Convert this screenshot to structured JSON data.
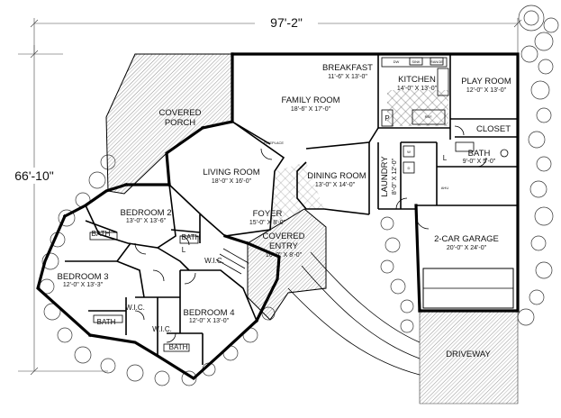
{
  "overall": {
    "width": "97'-2\"",
    "depth": "66'-10\""
  },
  "rooms": {
    "breakfast": {
      "name": "BREAKFAST",
      "dim": "11'-6\" X 13'-0\""
    },
    "kitchen": {
      "name": "KITCHEN",
      "dim": "14'-0\" X 13'-0\""
    },
    "play_room": {
      "name": "PLAY ROOM",
      "dim": "12'-0\" X 13'-0\""
    },
    "family_room": {
      "name": "FAMILY ROOM",
      "dim": "18'-6\" X 17'-0\""
    },
    "covered_porch": {
      "name1": "COVERED",
      "name2": "PORCH"
    },
    "closet": {
      "name": "CLOSET"
    },
    "bath_main": {
      "name": "BATH",
      "dim": "9'-0\" X 5'-0\""
    },
    "living_room": {
      "name": "LIVING ROOM",
      "dim": "18'-0\" X 16'-0\""
    },
    "dining_room": {
      "name": "DINING ROOM",
      "dim": "13'-0\" X 14'-0\""
    },
    "laundry": {
      "name": "LAUNDRY",
      "dim": "8'-0\" X 12'-0\""
    },
    "bedroom2": {
      "name": "BEDROOM 2",
      "dim": "13'-0\" X 13'-6\""
    },
    "foyer": {
      "name": "FOYER",
      "dim": "15'-0\" X 8'-0\""
    },
    "covered_entry": {
      "name1": "COVERED",
      "name2": "ENTRY",
      "dim": "16'-0\" X 8'-0\""
    },
    "garage": {
      "name": "2-CAR GARAGE",
      "dim": "20'-0\" X 24'-0\""
    },
    "bedroom3": {
      "name": "BEDROOM 3",
      "dim": "12'-0\" X 13'-3\""
    },
    "bedroom4": {
      "name": "BEDROOM 4",
      "dim": "12'-0\" X 13'-0\""
    },
    "driveway": {
      "name": "DRIVEWAY"
    }
  },
  "small_labels": {
    "bath": "BATH",
    "wic": "W.I.C.",
    "fireplace": "FIREPLACE",
    "linen": "L",
    "pantry": "P",
    "dw": "DW",
    "range": "RANGE",
    "sink": "SINK",
    "refrigerator": "REF.",
    "washer": "W",
    "dryer": "D",
    "ahu": "AHU"
  }
}
